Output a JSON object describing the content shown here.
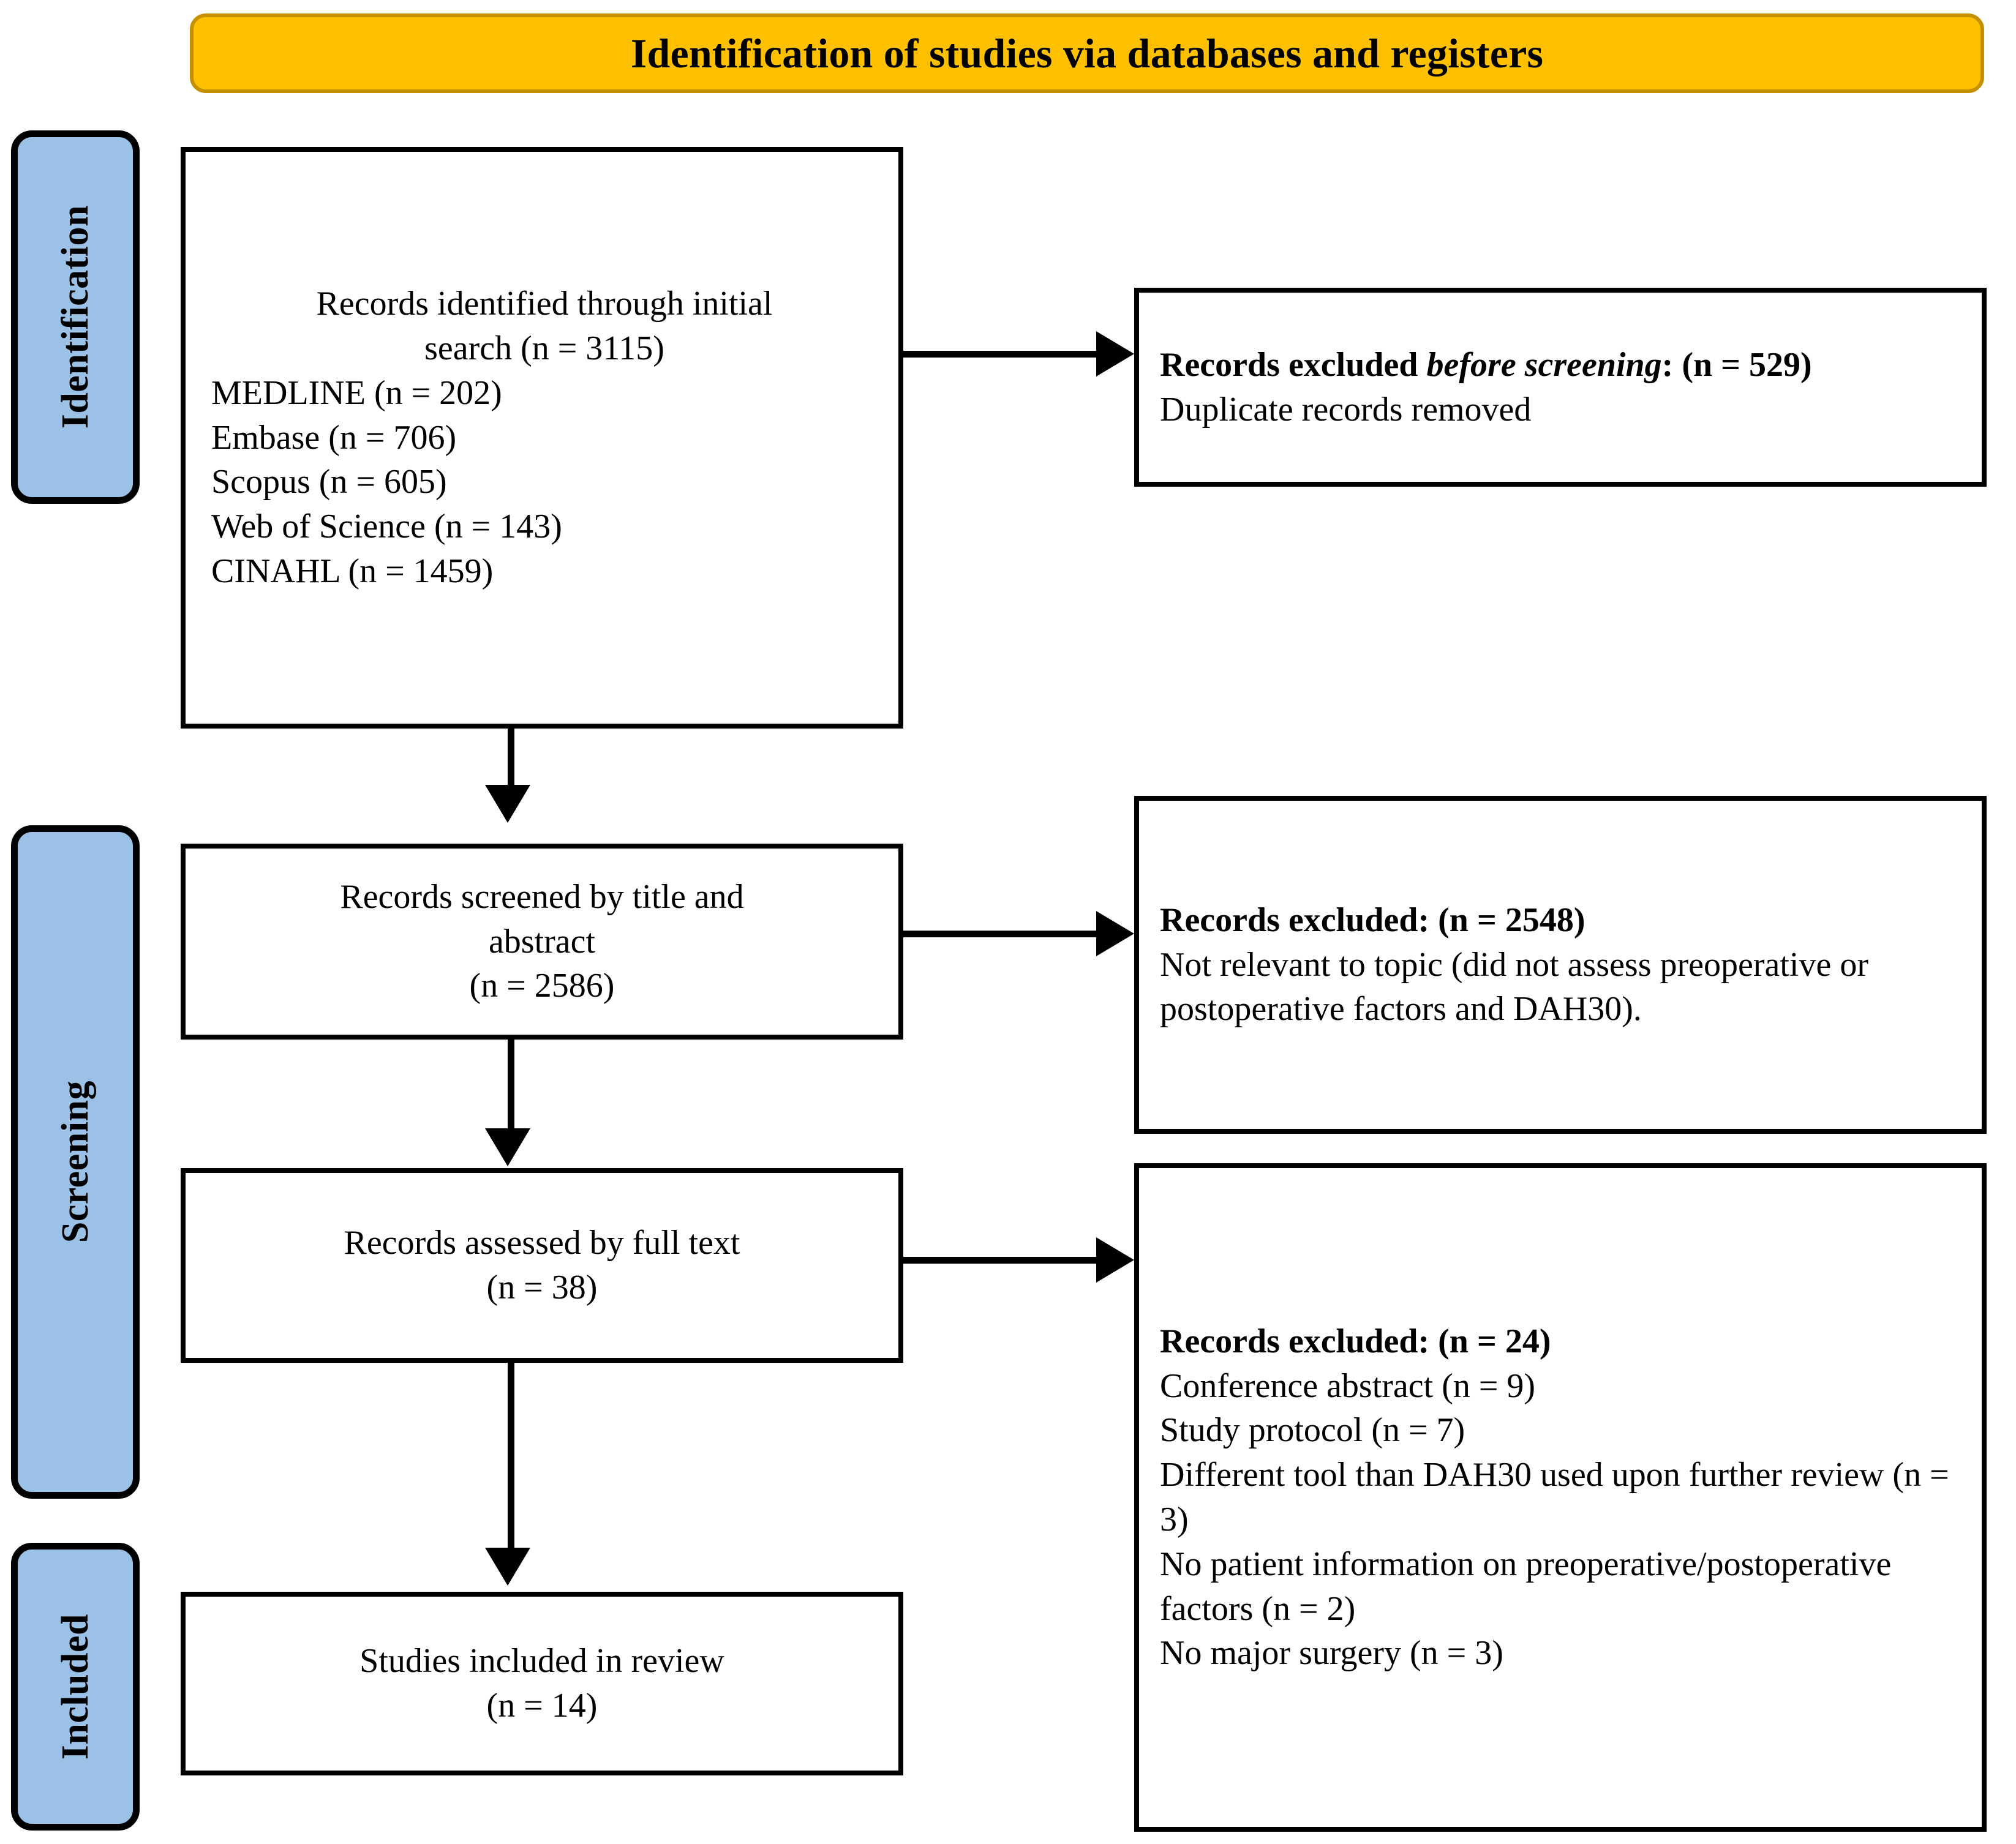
{
  "colors": {
    "header_accent": "#FFC000",
    "header_border": "#C59100",
    "stage_chip": "#9BC2E6",
    "box_border": "#000000",
    "text": "#000000",
    "background": "#FFFFFF"
  },
  "header": {
    "title": "Identification of studies via databases and registers"
  },
  "stages": [
    {
      "id": "identification",
      "label": "Identification"
    },
    {
      "id": "screening",
      "label": "Screening"
    },
    {
      "id": "included",
      "label": "Included"
    }
  ],
  "flow": {
    "identified": {
      "head_line1": "Records identified through initial",
      "head_line2": "search (n = 3115)",
      "databases": [
        "MEDLINE (n = 202)",
        "Embase (n = 706)",
        "Scopus (n = 605)",
        "Web of Science (n = 143)",
        "CINAHL (n = 1459)"
      ]
    },
    "screened": {
      "line1": "Records screened by title and",
      "line2": "abstract",
      "line3": "(n = 2586)"
    },
    "fulltext": {
      "line1": "Records assessed by full text",
      "line2": "(n = 38)"
    },
    "included": {
      "line1": "Studies included in review",
      "line2": "(n = 14)"
    }
  },
  "exclusions": {
    "before_screening": {
      "head_bold": "Records excluded ",
      "head_bold_italic": "before screening",
      "head_bold_tail": ": (n = 529)",
      "reasons": [
        "Duplicate records removed"
      ]
    },
    "screening": {
      "head": "Records excluded: (n = 2548)",
      "reasons": [
        "Not relevant to topic (did not assess preoperative or postoperative factors and DAH30)."
      ]
    },
    "fulltext": {
      "head": "Records excluded: (n = 24)",
      "reasons": [
        "Conference abstract (n = 9)",
        "Study protocol (n = 7)",
        "Different tool than DAH30 used upon further review (n = 3)",
        "No patient information on preoperative/postoperative factors (n = 2)",
        "No major surgery (n = 3)"
      ]
    }
  },
  "chart_data": {
    "type": "diagram",
    "title": "Identification of studies via databases and registers",
    "nodes": [
      {
        "id": "identified",
        "stage": "Identification",
        "n": 3115,
        "breakdown": {
          "MEDLINE": 202,
          "Embase": 706,
          "Scopus": 605,
          "Web of Science": 143,
          "CINAHL": 1459
        }
      },
      {
        "id": "excluded_before_screening",
        "stage": "Identification",
        "n": 529
      },
      {
        "id": "screened",
        "stage": "Screening",
        "n": 2586
      },
      {
        "id": "excluded_screening",
        "stage": "Screening",
        "n": 2548
      },
      {
        "id": "fulltext",
        "stage": "Screening",
        "n": 38
      },
      {
        "id": "excluded_fulltext",
        "stage": "Screening",
        "n": 24,
        "breakdown": {
          "Conference abstract": 9,
          "Study protocol": 7,
          "Different tool than DAH30 used upon further review": 3,
          "No patient information on preoperative/postoperative factors": 2,
          "No major surgery": 3
        }
      },
      {
        "id": "included",
        "stage": "Included",
        "n": 14
      }
    ],
    "edges": [
      {
        "from": "identified",
        "to": "excluded_before_screening",
        "direction": "right"
      },
      {
        "from": "identified",
        "to": "screened",
        "direction": "down"
      },
      {
        "from": "screened",
        "to": "excluded_screening",
        "direction": "right"
      },
      {
        "from": "screened",
        "to": "fulltext",
        "direction": "down"
      },
      {
        "from": "fulltext",
        "to": "excluded_fulltext",
        "direction": "right"
      },
      {
        "from": "fulltext",
        "to": "included",
        "direction": "down"
      }
    ]
  }
}
